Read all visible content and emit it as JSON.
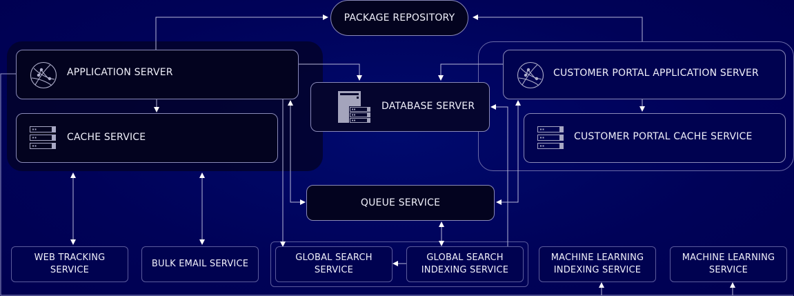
{
  "diagram": {
    "background_color": "#000055",
    "line_color": "#c8c8e0",
    "nodes": {
      "package_repository": "PACKAGE REPOSITORY",
      "application_server": "APPLICATION SERVER",
      "cache_service": "CACHE SERVICE",
      "database_server": "DATABASE SERVER",
      "customer_portal_app_server": "CUSTOMER PORTAL APPLICATION SERVER",
      "customer_portal_cache": "CUSTOMER PORTAL CACHE SERVICE",
      "queue_service": "QUEUE SERVICE",
      "web_tracking_line1": "WEB TRACKING",
      "web_tracking_line2": "SERVICE",
      "bulk_email": "BULK EMAIL SERVICE",
      "global_search_line1": "GLOBAL SEARCH",
      "global_search_line2": "SERVICE",
      "global_search_indexing_line1": "GLOBAL SEARCH",
      "global_search_indexing_line2": "INDEXING SERVICE",
      "ml_indexing_line1": "MACHINE LEARNING",
      "ml_indexing_line2": "INDEXING SERVICE",
      "ml_service_line1": "MACHINE LEARNING",
      "ml_service_line2": "SERVICE"
    },
    "icons": {
      "application_server": "globe-network-icon",
      "cache_service": "server-rack-icon",
      "database_server": "database-server-icon",
      "customer_portal_app_server": "globe-network-icon",
      "customer_portal_cache": "server-rack-icon"
    },
    "edges": [
      {
        "from": "application_server",
        "to": "package_repository"
      },
      {
        "from": "customer_portal_app_server",
        "to": "package_repository"
      },
      {
        "from": "application_server",
        "to": "cache_service"
      },
      {
        "from": "application_server",
        "to": "database_server"
      },
      {
        "from": "customer_portal_app_server",
        "to": "database_server"
      },
      {
        "from": "customer_portal_app_server",
        "to": "customer_portal_cache"
      },
      {
        "from": "application_server",
        "to": "queue_service",
        "bidirectional": true
      },
      {
        "from": "customer_portal_app_server",
        "to": "queue_service",
        "bidirectional": true
      },
      {
        "from": "global_search_indexing",
        "to": "database_server"
      },
      {
        "from": "application_server",
        "to": "global_search"
      },
      {
        "from": "queue_service",
        "to": "global_search_indexing",
        "bidirectional": true
      },
      {
        "from": "global_search_indexing",
        "to": "global_search"
      },
      {
        "from": "app_group",
        "to": "web_tracking",
        "bidirectional": true
      },
      {
        "from": "app_group",
        "to": "bulk_email",
        "bidirectional": true
      },
      {
        "from": "application_server",
        "to": "ml_indexing"
      },
      {
        "from": "application_server",
        "to": "ml_service"
      }
    ]
  }
}
